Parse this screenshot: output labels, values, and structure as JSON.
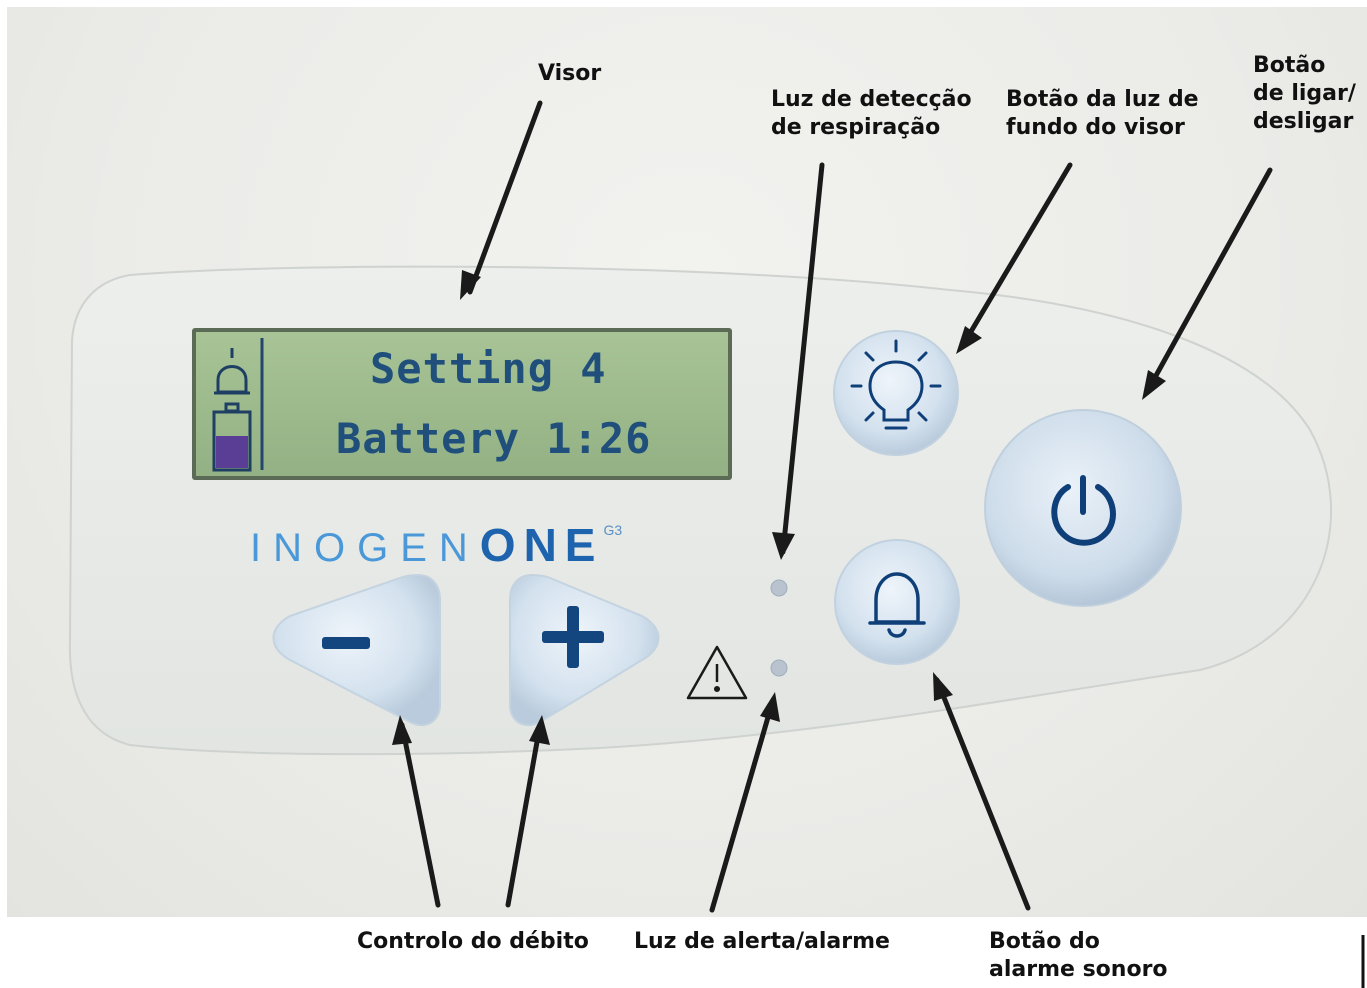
{
  "labels": {
    "visor": "Visor",
    "breath_light": "Luz de detecção\nde respiração",
    "backlight_button": "Botão da luz de\nfundo do visor",
    "power_button": "Botão\nde ligar/\ndesligar",
    "flow_control": "Controlo do débito",
    "alert_light": "Luz de alerta/alarme",
    "audible_alarm_button": "Botão do\nalarme sonoro"
  },
  "display": {
    "line1": "Setting 4",
    "line2": "Battery 1:26"
  },
  "brand": {
    "part1": "INOGEN",
    "part2": "ONE",
    "model": "G3"
  },
  "icons": {
    "display_alarm": "bell-icon",
    "display_battery": "battery-icon",
    "backlight": "lightbulb-icon",
    "alarm": "bell-icon",
    "power": "power-icon",
    "minus": "minus-icon",
    "plus": "plus-icon",
    "warning": "warning-triangle-icon"
  },
  "colors": {
    "panel": "#e9ece9",
    "lcd": "#9dba8c",
    "lcd_text": "#1f4f7a",
    "button": "#d6e3ef",
    "icon": "#0f3f78",
    "brand_light": "#4b98d9",
    "brand_dark": "#1d63ad"
  }
}
